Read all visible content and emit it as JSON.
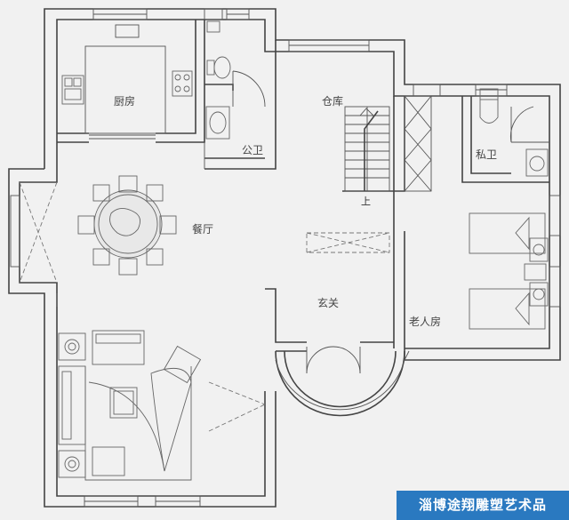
{
  "rooms": {
    "kitchen": "厨房",
    "public_bath": "公卫",
    "storage": "仓库",
    "private_bath": "私卫",
    "dining": "餐厅",
    "foyer": "玄关",
    "elder_room": "老人房"
  },
  "stair_up": "上",
  "watermark": "淄博途翔雕塑艺术品"
}
